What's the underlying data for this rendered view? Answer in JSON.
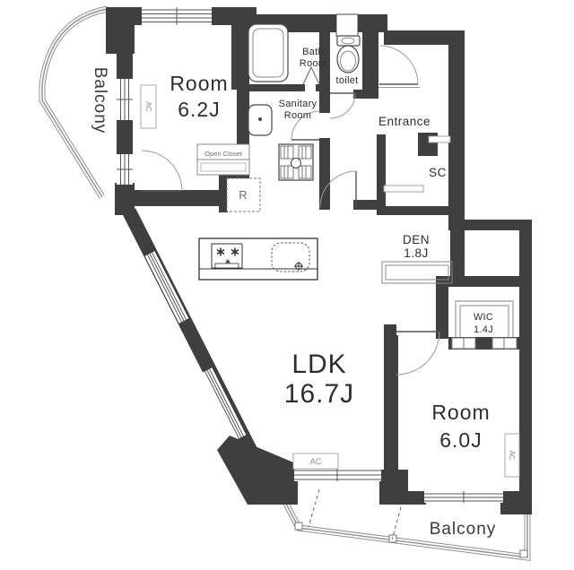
{
  "floorplan": {
    "labels": {
      "balcony_left": "Balcony",
      "balcony_bottom": "Balcony",
      "room1_name": "Room",
      "room1_size": "6.2J",
      "bath_line1": "Bath",
      "bath_line2": "Room",
      "toilet": "toilet",
      "sanitary_line1": "Sanitary",
      "sanitary_line2": "Room",
      "entrance": "Entrance",
      "shoe_closet": "SC",
      "den_name": "DEN",
      "den_size": "1.8J",
      "wic_name": "WIC",
      "wic_size": "1.4J",
      "ldk_name": "LDK",
      "ldk_size": "16.7J",
      "room2_name": "Room",
      "room2_size": "6.0J",
      "open_closet": "Open Closet",
      "refrigerator": "R",
      "ac": "AC"
    },
    "colors": {
      "wall": "#3f3f3f",
      "fixture_line": "#4a4a4a",
      "thin_line": "#8a8a8a",
      "background": "#ffffff"
    }
  }
}
